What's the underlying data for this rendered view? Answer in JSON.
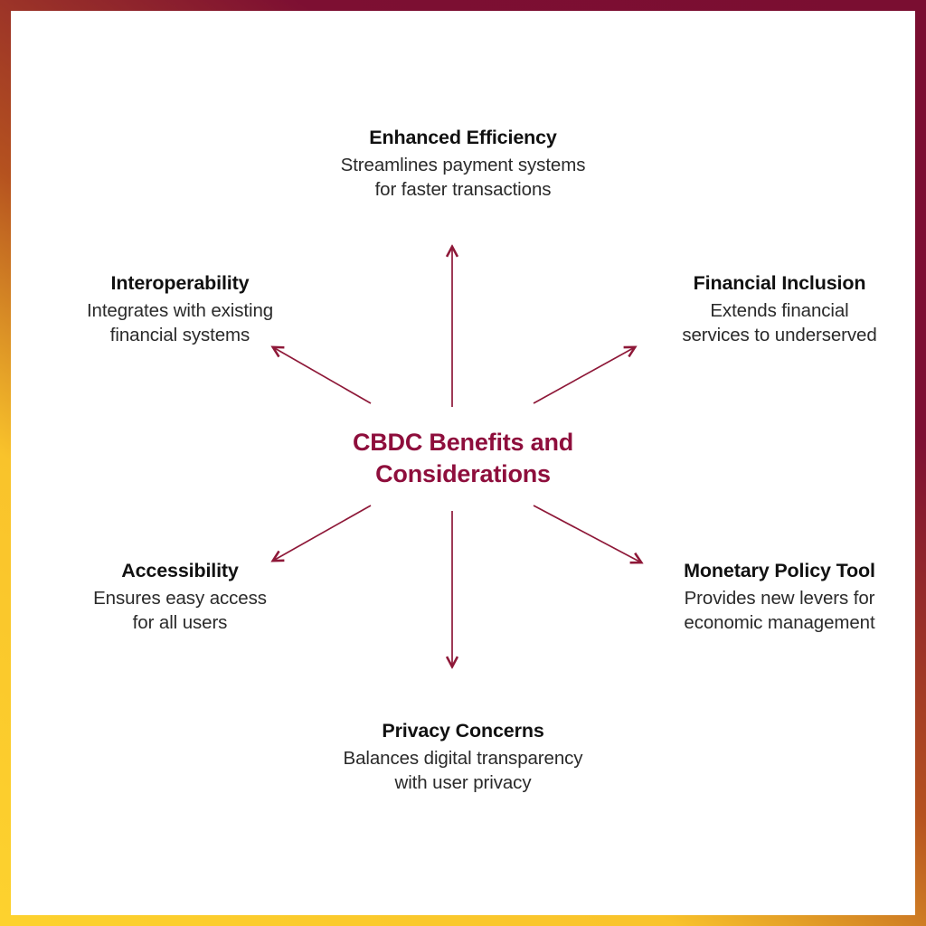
{
  "diagram": {
    "type": "radial-hub-and-spoke",
    "center": {
      "line1": "CBDC Benefits and",
      "line2": "Considerations"
    },
    "colors": {
      "center_text": "#8e0e3c",
      "arrow": "#8e1838",
      "node_title": "#111111",
      "node_desc": "#2a2a2a",
      "border_maroon": "#7a0e31",
      "border_yellow": "#fbcb2c",
      "background": "#ffffff"
    },
    "nodes": [
      {
        "id": "enhanced-efficiency",
        "title": "Enhanced Efficiency",
        "desc_line1": "Streamlines payment systems",
        "desc_line2": "for faster transactions",
        "position": "top"
      },
      {
        "id": "financial-inclusion",
        "title": "Financial Inclusion",
        "desc_line1": "Extends financial",
        "desc_line2": "services to underserved",
        "position": "top-right"
      },
      {
        "id": "monetary-policy-tool",
        "title": "Monetary Policy Tool",
        "desc_line1": "Provides new levers for",
        "desc_line2": "economic management",
        "position": "bottom-right"
      },
      {
        "id": "privacy-concerns",
        "title": "Privacy Concerns",
        "desc_line1": "Balances digital transparency",
        "desc_line2": "with user privacy",
        "position": "bottom"
      },
      {
        "id": "accessibility",
        "title": "Accessibility",
        "desc_line1": "Ensures easy access",
        "desc_line2": "for all users",
        "position": "bottom-left"
      },
      {
        "id": "interoperability",
        "title": "Interoperability",
        "desc_line1": "Integrates with existing",
        "desc_line2": "financial systems",
        "position": "top-left"
      }
    ],
    "arrows": [
      {
        "id": "arrow-to-enhanced-efficiency",
        "from": "center",
        "to": "enhanced-efficiency",
        "direction": "up"
      },
      {
        "id": "arrow-to-financial-inclusion",
        "from": "center",
        "to": "financial-inclusion",
        "direction": "up-right"
      },
      {
        "id": "arrow-to-monetary-policy-tool",
        "from": "center",
        "to": "monetary-policy-tool",
        "direction": "down-right"
      },
      {
        "id": "arrow-to-privacy-concerns",
        "from": "center",
        "to": "privacy-concerns",
        "direction": "down"
      },
      {
        "id": "arrow-to-accessibility",
        "from": "center",
        "to": "accessibility",
        "direction": "down-left"
      },
      {
        "id": "arrow-to-interoperability",
        "from": "center",
        "to": "interoperability",
        "direction": "up-left"
      }
    ]
  }
}
